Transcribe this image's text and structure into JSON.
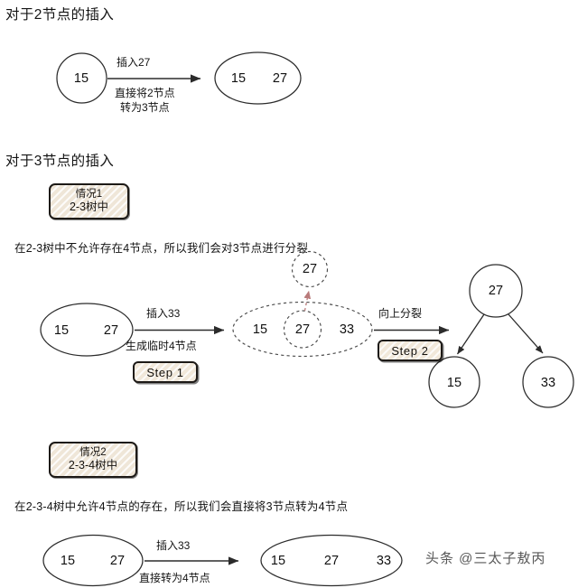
{
  "page": {
    "watermark": "头条 @三太子敖丙"
  },
  "section_two_node": {
    "heading": "对于2节点的插入",
    "source_node": {
      "values": [
        "15"
      ]
    },
    "arrow_label_top": "插入27",
    "arrow_label_bottom_line1": "直接将2节点",
    "arrow_label_bottom_line2": "转为3节点",
    "result_node": {
      "values": [
        "15",
        "27"
      ]
    }
  },
  "section_three_node": {
    "heading": "对于3节点的插入",
    "case1": {
      "callout_line1": "情况1",
      "callout_line2": "2-3树中",
      "explanation": "在2-3树中不允许存在4节点，所以我们会对3节点进行分裂",
      "source_node": {
        "values": [
          "15",
          "27"
        ]
      },
      "arrow1_label_top": "插入33",
      "arrow1_label_bottom": "生成临时4节点",
      "step1_badge": "Step  1",
      "temp_node": {
        "values": [
          "15",
          "27",
          "33"
        ],
        "promoted": "27"
      },
      "promoted_node": {
        "value": "27"
      },
      "arrow2_label_top": "向上分裂",
      "step2_badge": "Step  2",
      "tree": {
        "root": "27",
        "left_child": "15",
        "right_child": "33"
      }
    },
    "case2": {
      "callout_line1": "情况2",
      "callout_line2": "2-3-4树中",
      "explanation": "在2-3-4树中允许4节点的存在，所以我们会直接将3节点转为4节点",
      "source_node": {
        "values": [
          "15",
          "27"
        ]
      },
      "arrow_label_top": "插入33",
      "arrow_label_bottom": "直接转为4节点",
      "result_node": {
        "values": [
          "15",
          "27",
          "33"
        ]
      }
    }
  },
  "colors": {
    "stroke": "#2b2b2b",
    "split_arrow": "#c08a8a",
    "callout_fill": "#efe6d8",
    "callout_border": "#1d1a17"
  }
}
